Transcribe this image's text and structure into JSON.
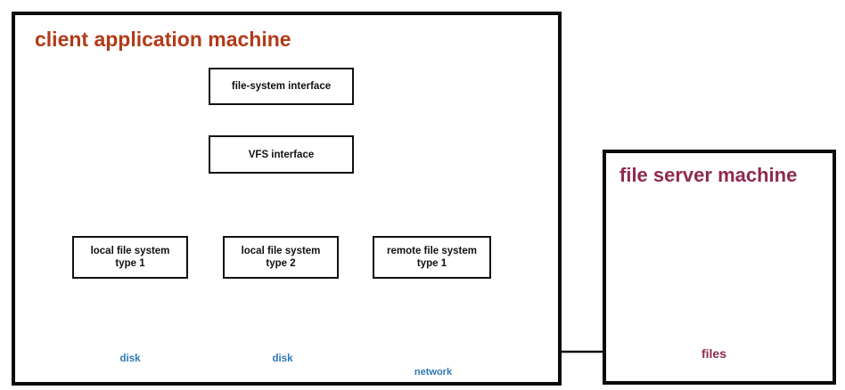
{
  "client": {
    "title": "client application machine",
    "fs_interface": "file-system interface",
    "vfs_interface": "VFS interface",
    "local1_line1": "local file system",
    "local1_line2": "type 1",
    "local2_line1": "local file system",
    "local2_line2": "type 2",
    "remote_line1": "remote file system",
    "remote_line2": "type 1",
    "disk1": "disk",
    "disk2": "disk",
    "network": "network"
  },
  "server": {
    "title": "file server machine",
    "files": "files"
  },
  "colors": {
    "client_title": "#b23a18",
    "server_title": "#8e2a50",
    "disk_blue": "#2f7ab8",
    "files_maroon": "#8e2a50"
  }
}
